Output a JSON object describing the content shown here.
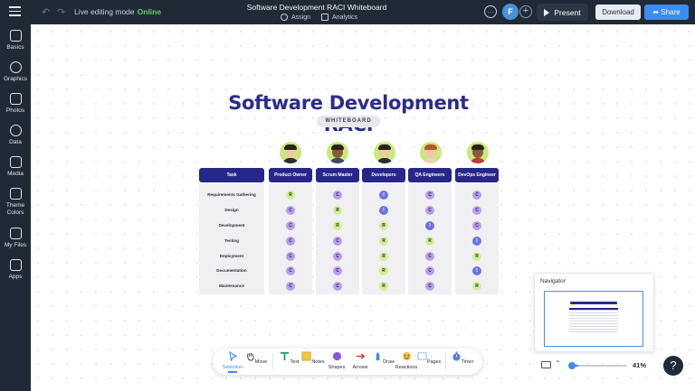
{
  "topbar": {
    "doc_title": "Software Development RACI Whiteboard",
    "live_label": "Live editing mode",
    "live_status": "Online",
    "assign_label": "Assign",
    "analytics_label": "Analytics",
    "avatar_initial": "F",
    "present_label": "Present",
    "download_label": "Download",
    "share_label": "Share"
  },
  "sidebar": {
    "items": [
      {
        "label": "Basics",
        "icon": "text-icon"
      },
      {
        "label": "Graphics",
        "icon": "shapes-icon"
      },
      {
        "label": "Photos",
        "icon": "image-icon"
      },
      {
        "label": "Data",
        "icon": "chart-icon"
      },
      {
        "label": "Media",
        "icon": "media-icon"
      },
      {
        "label": "Theme",
        "label2": "Colors",
        "icon": "palette-icon"
      },
      {
        "label": "My Files",
        "icon": "folder-icon"
      },
      {
        "label": "Apps",
        "icon": "apps-icon"
      }
    ]
  },
  "whiteboard": {
    "title": "Software Development RACI",
    "badge": "WHITEBOARD",
    "columns": [
      "Task",
      "Product Owner",
      "Scrum Master",
      "Developers",
      "QA Engineers",
      "DevOps Engineer"
    ],
    "rows": [
      {
        "task": "Requirements Gathering",
        "values": [
          "R",
          "C",
          "I",
          "C",
          "C"
        ]
      },
      {
        "task": "Design",
        "values": [
          "C",
          "R",
          "I",
          "C",
          "C"
        ]
      },
      {
        "task": "Development",
        "values": [
          "C",
          "R",
          "R",
          "I",
          "C"
        ]
      },
      {
        "task": "Testing",
        "values": [
          "C",
          "C",
          "R",
          "R",
          "I"
        ]
      },
      {
        "task": "Deployment",
        "values": [
          "C",
          "C",
          "R",
          "C",
          "R"
        ]
      },
      {
        "task": "Documentation",
        "values": [
          "C",
          "C",
          "R",
          "C",
          "I"
        ]
      },
      {
        "task": "Maintenance",
        "values": [
          "C",
          "C",
          "R",
          "C",
          "R"
        ]
      }
    ],
    "colors": {
      "R": "#d2ef8e",
      "C": "#b89df2",
      "I": "#6b74e6",
      "header": "#27278a",
      "title": "#2b2c8a"
    }
  },
  "navigator": {
    "title": "Navigator",
    "thumb_title": "Software Development RACI",
    "zoom": "41%",
    "zoom_level": 0.41
  },
  "toolbar": {
    "tools": [
      {
        "label": "Selection",
        "icon": "cursor-icon"
      },
      {
        "label": "Move",
        "icon": "hand-icon"
      },
      {
        "label": "Text",
        "icon": "text-tool-icon"
      },
      {
        "label": "Notes",
        "icon": "sticky-note-icon"
      },
      {
        "label": "Shapes",
        "icon": "circle-shape-icon"
      },
      {
        "label": "Arrows",
        "icon": "arrow-icon"
      },
      {
        "label": "Draw",
        "icon": "pen-icon"
      },
      {
        "label": "Reactions",
        "icon": "emoji-icon"
      },
      {
        "label": "Pages",
        "icon": "pages-icon"
      },
      {
        "label": "Timer",
        "icon": "timer-icon"
      }
    ]
  },
  "help_label": "?"
}
